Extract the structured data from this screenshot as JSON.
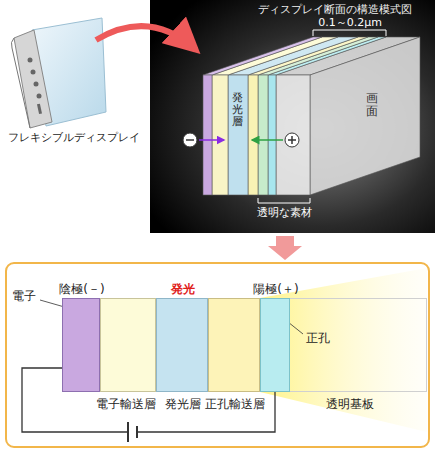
{
  "diagram": {
    "title": "ディスプレイ断面の構造模式図",
    "nodes": [
      {
        "text": [
          "陰極(－)"
        ]
      },
      {
        "text": [
          "電子輸送層"
        ]
      },
      {
        "text": [
          "発光",
          "発光層"
        ]
      },
      {
        "text": [
          "正孔輸送層"
        ]
      },
      {
        "text": [
          "陽極(＋)"
        ]
      },
      {
        "text": [
          "透明基板"
        ]
      }
    ],
    "labels": [
      "フレキシブルディスプレイ",
      "0.1～0.2μm",
      "発光層",
      "画面",
      "透明な素材",
      "電子",
      "正孔"
    ]
  }
}
